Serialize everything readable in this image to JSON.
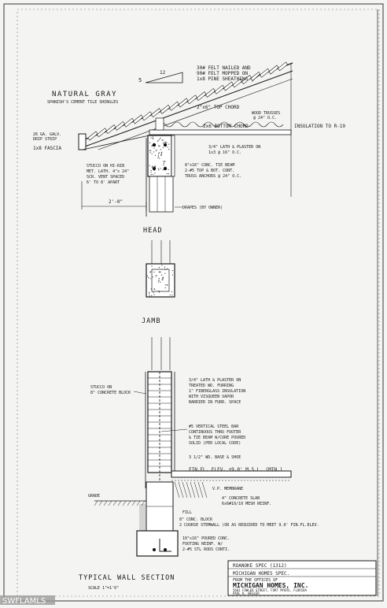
{
  "labels": {
    "slope_rise": "5",
    "slope_run": "12",
    "felt": "30# FELT NAILED AND",
    "felt2": "90# FELT MOPPED ON",
    "felt3": "1x8 PINE SHEATHING",
    "natural_gray": "NATURAL GRAY",
    "spanish": "SPANISH'S CEMENT TILE SHINGLES",
    "top_chord": "2\"x6\" TOP CHORD",
    "wood_trusses": "WOOD TRUSSES",
    "wood_trusses2": "@ 24\" O.C.",
    "bottom_chord": "2x6 BOTTOM CHORD",
    "insulation": "INSULATION TO R-19",
    "drip1": "26 GA. GALV.",
    "drip2": "DRIP STRIP",
    "fascia": "1x8 FASCIA",
    "lath1": "3/4\" LATH & PLASTER ON",
    "lath2": "1x3 @ 16\" O.C.",
    "stucco1": "STUCCO ON HI-RIB",
    "stucco2": "MET. LATH. 4\"x 24\"",
    "stucco3": "SCR. VENT SPACED",
    "stucco4": "6' TO 8' APART",
    "beam1": "8\"x16\" CONC. TIE BEAM",
    "beam2": "2-#5 TOP & BOT. CONT.",
    "beam3": "TRUSS ANCHORS @ 24\" O.C.",
    "overhang": "2'-0\"",
    "drapes": "DRAPES (BY OWNER)",
    "head": "HEAD",
    "jamb": "JAMB",
    "stucco_block1": "STUCCO ON",
    "stucco_block2": "8\" CONCRETE BLOCK",
    "plaster1": "3/4\" LATH & PLASTER ON",
    "plaster2": "TREATED WD. FURRING",
    "plaster3": "1\" FIBERGLASS INSULATION",
    "plaster4": "WITH VISQUEEN VAPOR",
    "plaster5": "BARRIER IN FURR. SPACE",
    "steel1": "#5 VERTICAL STEEL BAR",
    "steel2": "CONTINUOUS THRU FOOTER",
    "steel3": "& TIE BEAM W/CORE POURED",
    "steel4": "SOLID (PER LOCAL CODE)",
    "base": "3 1/2\" WD. BASE & SHOE",
    "finfl": "FIN.FL. ELEV. +9.0' M.S.L. (MIN.)",
    "membrane": "V.P. MEMBRANE",
    "slab1": "4\" CONCRETE SLAB",
    "slab2": "6x6#10/10 MESH REINF.",
    "grade": "GRADE",
    "fill": "FILL",
    "block1": "8\" CONC. BLOCK",
    "block2": "2 COURSE STEMWALL (OR AS REQUIRED TO MEET 9.0' FIN.FL.ELEV.",
    "footing1": "10\"x16\" POURED CONC.",
    "footing2": "FOOTING REINF. W/",
    "footing3": "2-#5 STL RODS CONTI.",
    "title": "TYPICAL WALL SECTION",
    "scale": "SCALE 1\"=1'0\""
  },
  "title_block": {
    "line1": "ROANOKE SPEC (1312)",
    "line2": "MICHIGAN HOMES SPEC.",
    "line3": "FROM THE OFFICES OF",
    "company": "MICHIGAN HOMES, INC.",
    "line5": "5601 FOWLER STREET, FORT MYERS, FLORIDA",
    "line6": "PAUL K. WESLER"
  },
  "watermark": "SWFLAMLS"
}
